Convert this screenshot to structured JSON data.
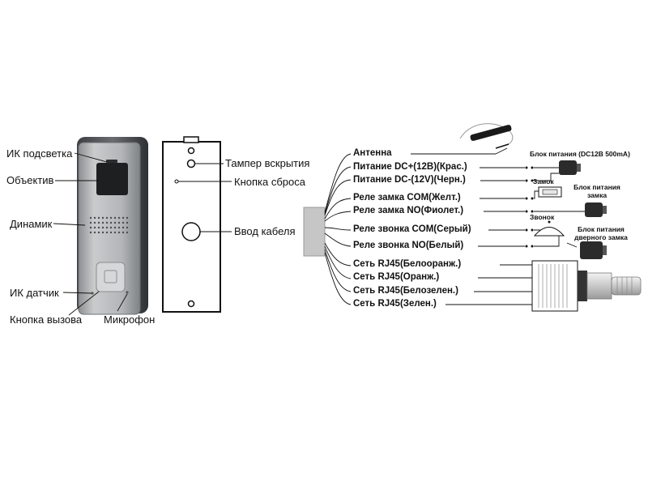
{
  "front_labels": {
    "ir_light": "ИК подсветка",
    "lens": "Объектив",
    "speaker": "Динамик",
    "ir_sensor": "ИК датчик",
    "call_button": "Кнопка вызова",
    "microphone": "Микрофон"
  },
  "back_labels": {
    "tamper": "Тампер вскрытия",
    "reset_button": "Кнопка сброса",
    "cable_entry": "Ввод кабеля"
  },
  "wires": [
    "Антенна",
    "Питание DC+(12В)(Крас.)",
    "Питание DC-(12V)(Черн.)",
    "Реле замка COM(Желт.)",
    "Реле замка NO(Фиолет.)",
    "Реле звонка COM(Серый)",
    "Реле звонка NO(Белый)",
    "Сеть RJ45(Белооранж.)",
    "Сеть RJ45(Оранж.)",
    "Сеть RJ45(Белозелен.)",
    "Сеть RJ45(Зелен.)"
  ],
  "devices": {
    "power_supply": "Блок питания (DC12В 500mA)",
    "lock": "Замок",
    "lock_power_supply": "Блок питания замка",
    "doorbell": "Звонок",
    "door_lock_power_supply": "Блок питания дверного замка"
  },
  "colors": {
    "panel_silver": "#b9bcbe",
    "hood_dark": "#4a4d50",
    "line": "#111111"
  }
}
